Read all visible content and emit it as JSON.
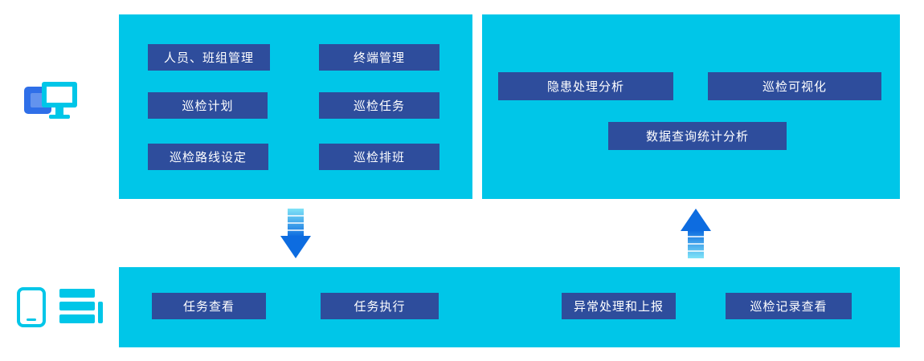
{
  "colors": {
    "panel_cyan": "#00c6e8",
    "node_blue": "#2e4d9c",
    "arrow_blue_dark": "#0d6ce0",
    "arrow_blue_light": "#7fe3f7",
    "text_white": "#ffffff"
  },
  "management_panel": {
    "nodes": [
      "人员、班组管理",
      "终端管理",
      "巡检计划",
      "巡检任务",
      "巡检路线设定",
      "巡检排班"
    ]
  },
  "analysis_panel": {
    "nodes": [
      "隐患处理分析",
      "巡检可视化",
      "数据查询统计分析"
    ]
  },
  "terminal_panel": {
    "nodes": [
      "任务查看",
      "任务执行",
      "异常处理和上报",
      "巡检记录查看"
    ]
  },
  "icons": {
    "left_top": "monitor-icon",
    "bottom_phone": "phone-icon",
    "bottom_handheld": "handheld-device-icon",
    "flow_down": "arrow-down-icon",
    "flow_up": "arrow-up-icon"
  }
}
